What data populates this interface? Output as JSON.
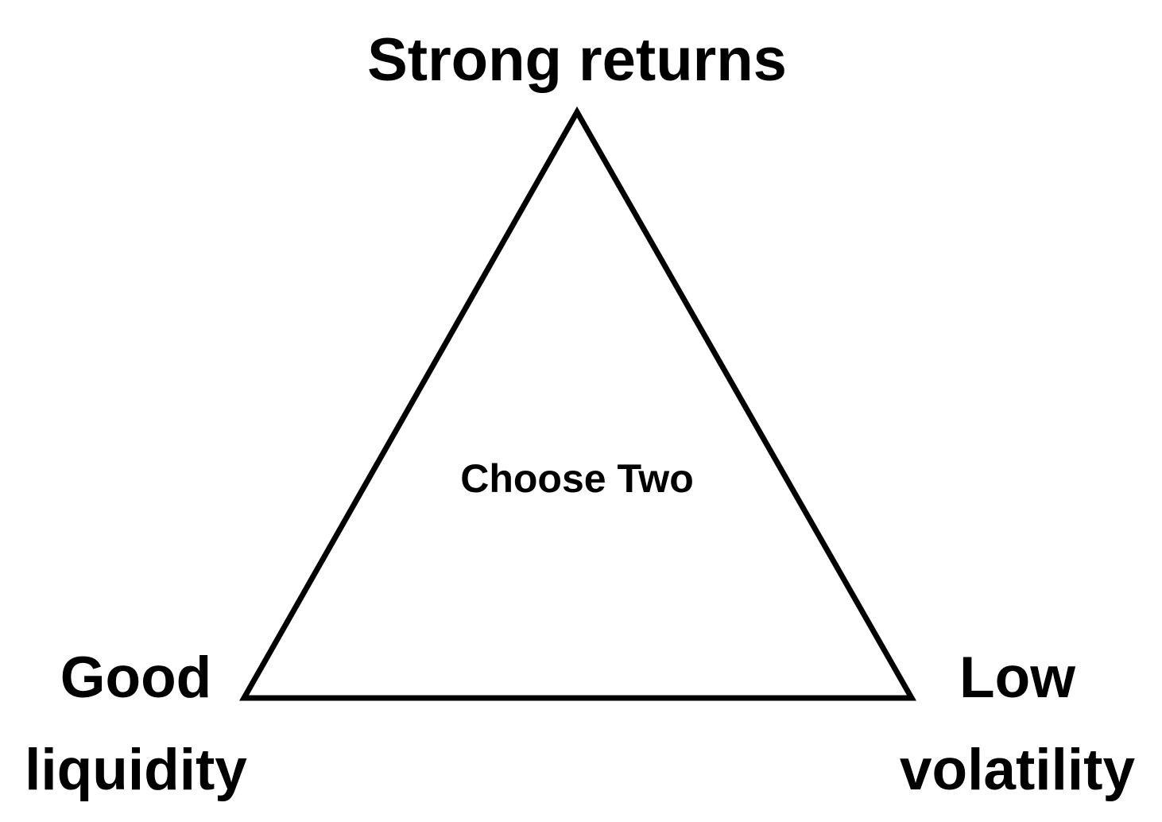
{
  "diagram": {
    "top_vertex_label": "Strong returns",
    "left_vertex_label": [
      "Good",
      "liquidity"
    ],
    "right_vertex_label": [
      "Low",
      "volatility"
    ],
    "center_label": "Choose Two"
  },
  "colors": {
    "stroke": "#000000",
    "text": "#000000",
    "background": "#ffffff"
  }
}
